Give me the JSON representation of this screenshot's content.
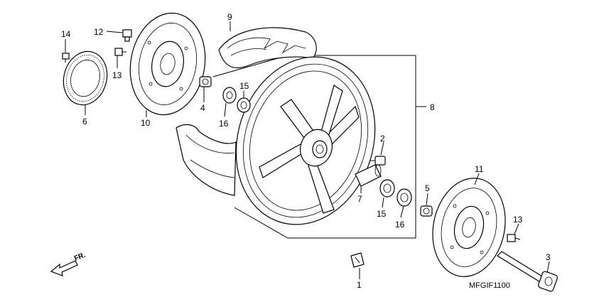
{
  "diagram": {
    "drawing_code": "MFGIF1100",
    "direction_label": "FR.",
    "callouts": {
      "c1": "1",
      "c2": "2",
      "c3": "3",
      "c4": "4",
      "c5": "5",
      "c6": "6",
      "c7": "7",
      "c8": "8",
      "c9": "9",
      "c10": "10",
      "c11": "11",
      "c12": "12",
      "c13a": "13",
      "c13b": "13",
      "c14": "14",
      "c15a": "15",
      "c15b": "15",
      "c16a": "16",
      "c16b": "16"
    }
  }
}
